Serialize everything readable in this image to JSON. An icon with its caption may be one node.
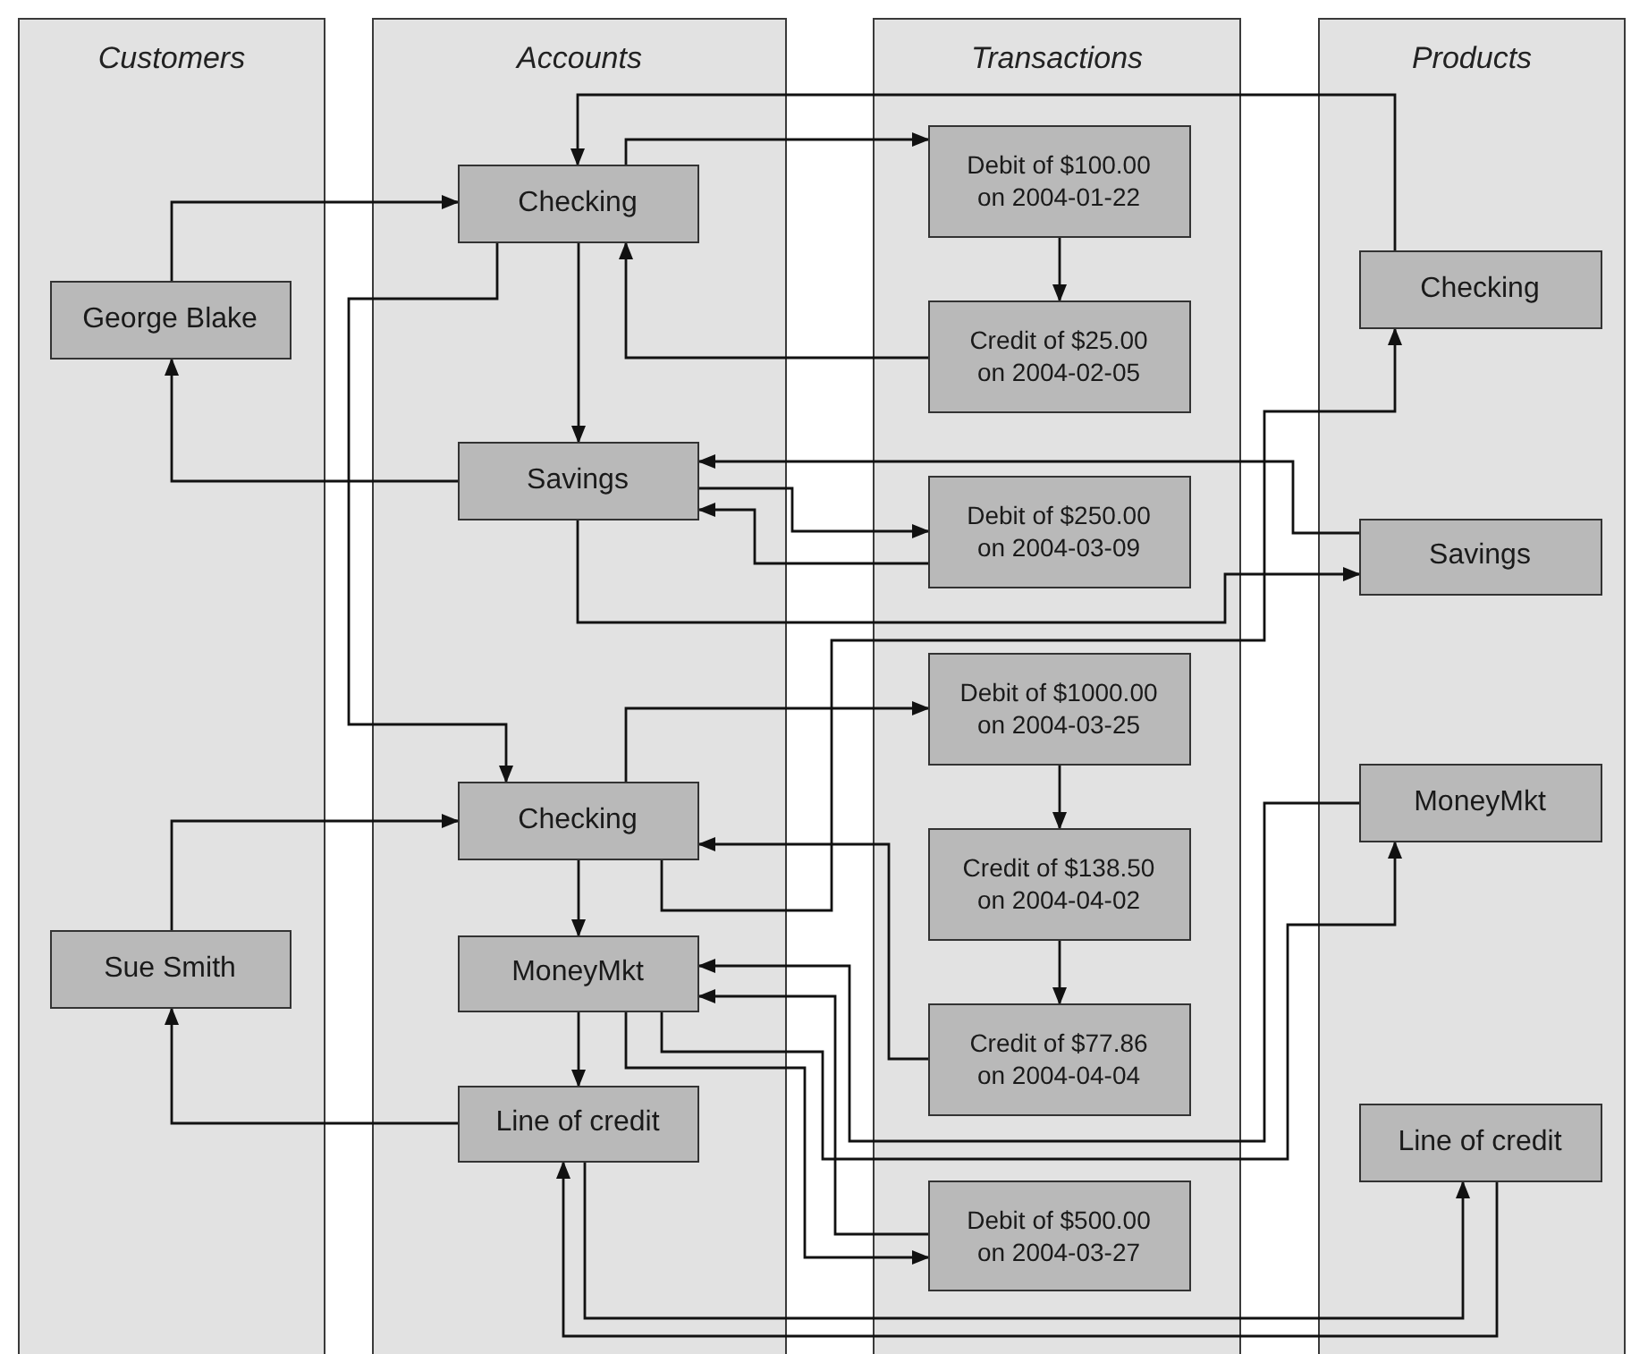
{
  "diagram": {
    "nodes": [
      {
        "text": [
          "Customers"
        ]
      },
      {
        "text": [
          "Accounts"
        ]
      },
      {
        "text": [
          "Transactions"
        ]
      },
      {
        "text": [
          "Products"
        ]
      },
      {
        "text": [
          "George Blake"
        ],
        "in": 0
      },
      {
        "text": [
          "Sue Smith"
        ],
        "in": 0
      },
      {
        "text": [
          "Checking"
        ],
        "in": 1
      },
      {
        "text": [
          "Savings"
        ],
        "in": 1
      },
      {
        "text": [
          "Checking"
        ],
        "in": 1
      },
      {
        "text": [
          "MoneyMkt"
        ],
        "in": 1
      },
      {
        "text": [
          "Line of credit"
        ],
        "in": 1
      },
      {
        "text": [
          "Debit of $100.00 on 2004-01-22"
        ],
        "in": 2
      },
      {
        "text": [
          "Credit of $25.00 on 2004-02-05"
        ],
        "in": 2
      },
      {
        "text": [
          "Debit of $250.00 on 2004-03-09"
        ],
        "in": 2
      },
      {
        "text": [
          "Debit of $1000.00 on 2004-03-25"
        ],
        "in": 2
      },
      {
        "text": [
          "Credit of $138.50 on 2004-04-02"
        ],
        "in": 2
      },
      {
        "text": [
          "Credit of $77.86 on 2004-04-04"
        ],
        "in": 2
      },
      {
        "text": [
          "Debit of $500.00 on 2004-03-27"
        ],
        "in": 2
      },
      {
        "text": [
          "Checking"
        ],
        "in": 3
      },
      {
        "text": [
          "Savings"
        ],
        "in": 3
      },
      {
        "text": [
          "MoneyMkt"
        ],
        "in": 3
      },
      {
        "text": [
          "Line of credit"
        ],
        "in": 3
      }
    ],
    "edges": [
      {
        "from": 4,
        "to": 6,
        "arrow": "to"
      },
      {
        "from": 7,
        "to": 4,
        "arrow": "to"
      },
      {
        "from": 6,
        "to": 7,
        "arrow": "to"
      },
      {
        "from": 6,
        "to": 11,
        "arrow": "to"
      },
      {
        "from": 12,
        "to": 6,
        "arrow": "to"
      },
      {
        "from": 18,
        "to": 6,
        "arrow": "to"
      },
      {
        "from": 6,
        "to": 8,
        "arrow": "to"
      },
      {
        "from": 11,
        "to": 12,
        "arrow": "to"
      },
      {
        "from": 19,
        "to": 7,
        "arrow": "to"
      },
      {
        "from": 7,
        "to": 19,
        "arrow": "to"
      },
      {
        "from": 7,
        "to": 13,
        "arrow": "to"
      },
      {
        "from": 13,
        "to": 7,
        "arrow": "to"
      },
      {
        "from": 8,
        "to": 14,
        "arrow": "to"
      },
      {
        "from": 8,
        "to": 18,
        "arrow": "to"
      },
      {
        "from": 16,
        "to": 8,
        "arrow": "to"
      },
      {
        "from": 14,
        "to": 15,
        "arrow": "to"
      },
      {
        "from": 15,
        "to": 16,
        "arrow": "to"
      },
      {
        "from": 8,
        "to": 9,
        "arrow": "to"
      },
      {
        "from": 9,
        "to": 10,
        "arrow": "to"
      },
      {
        "from": 5,
        "to": 8,
        "arrow": "to"
      },
      {
        "from": 10,
        "to": 5,
        "arrow": "to"
      },
      {
        "from": 20,
        "to": 9,
        "arrow": "to"
      },
      {
        "from": 17,
        "to": 9,
        "arrow": "to"
      },
      {
        "from": 9,
        "to": 20,
        "arrow": "to"
      },
      {
        "from": 9,
        "to": 17,
        "arrow": "to"
      },
      {
        "from": 10,
        "to": 21,
        "arrow": "to"
      },
      {
        "from": 21,
        "to": 10,
        "arrow": "to"
      }
    ]
  }
}
